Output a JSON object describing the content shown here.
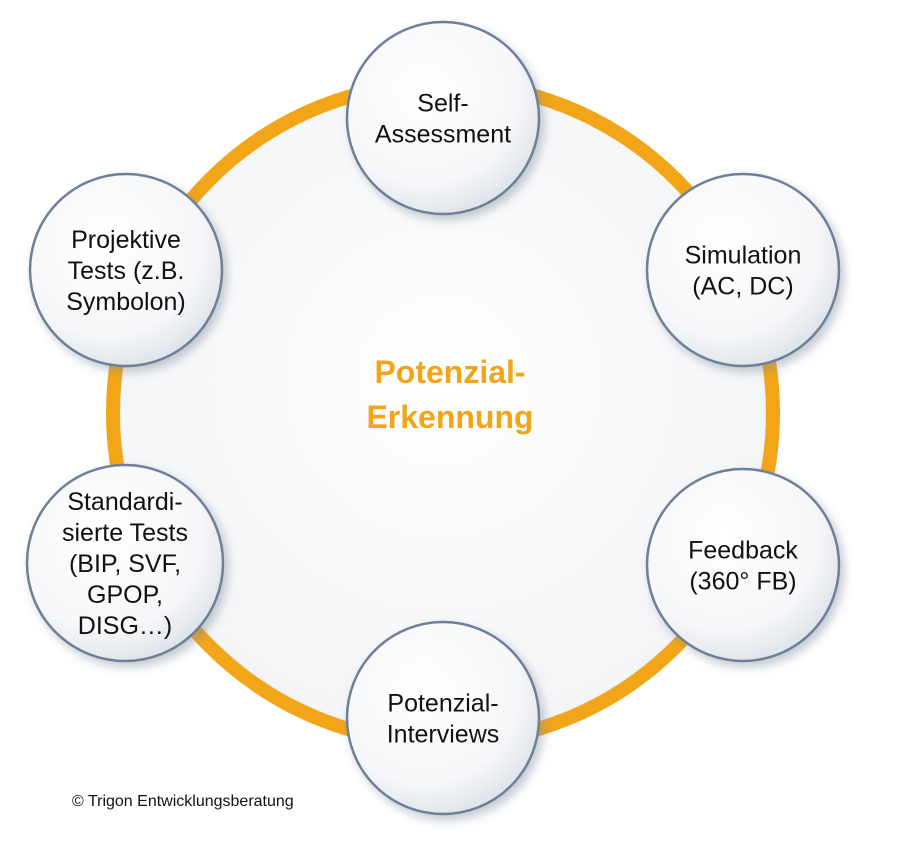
{
  "colors": {
    "ring": "#F2A516",
    "center_text": "#F2A516",
    "node_border": "#6E7F99",
    "node_fill_light": "#FFFFFF",
    "node_fill_dark": "#E3E7EE",
    "disc_fill": "#FBFBFC"
  },
  "center": {
    "lines": [
      "Potenzial-",
      "Erkennung"
    ]
  },
  "nodes": [
    {
      "id": "self-assessment",
      "lines": [
        "Self-",
        "Assessment"
      ]
    },
    {
      "id": "simulation",
      "lines": [
        "Simulation",
        "(AC, DC)"
      ]
    },
    {
      "id": "feedback",
      "lines": [
        "Feedback",
        "(360° FB)"
      ]
    },
    {
      "id": "potenzial-interviews",
      "lines": [
        "Potenzial-",
        "Interviews"
      ]
    },
    {
      "id": "standardisierte-tests",
      "lines": [
        "Standardi-",
        "sierte Tests",
        "(BIP, SVF,",
        "GPOP,",
        "DISG…)"
      ]
    },
    {
      "id": "projektive-tests",
      "lines": [
        "Projektive",
        "Tests (z.B.",
        "Symbolon)"
      ]
    }
  ],
  "footer": {
    "copyright": "© Trigon Entwicklungsberatung"
  }
}
